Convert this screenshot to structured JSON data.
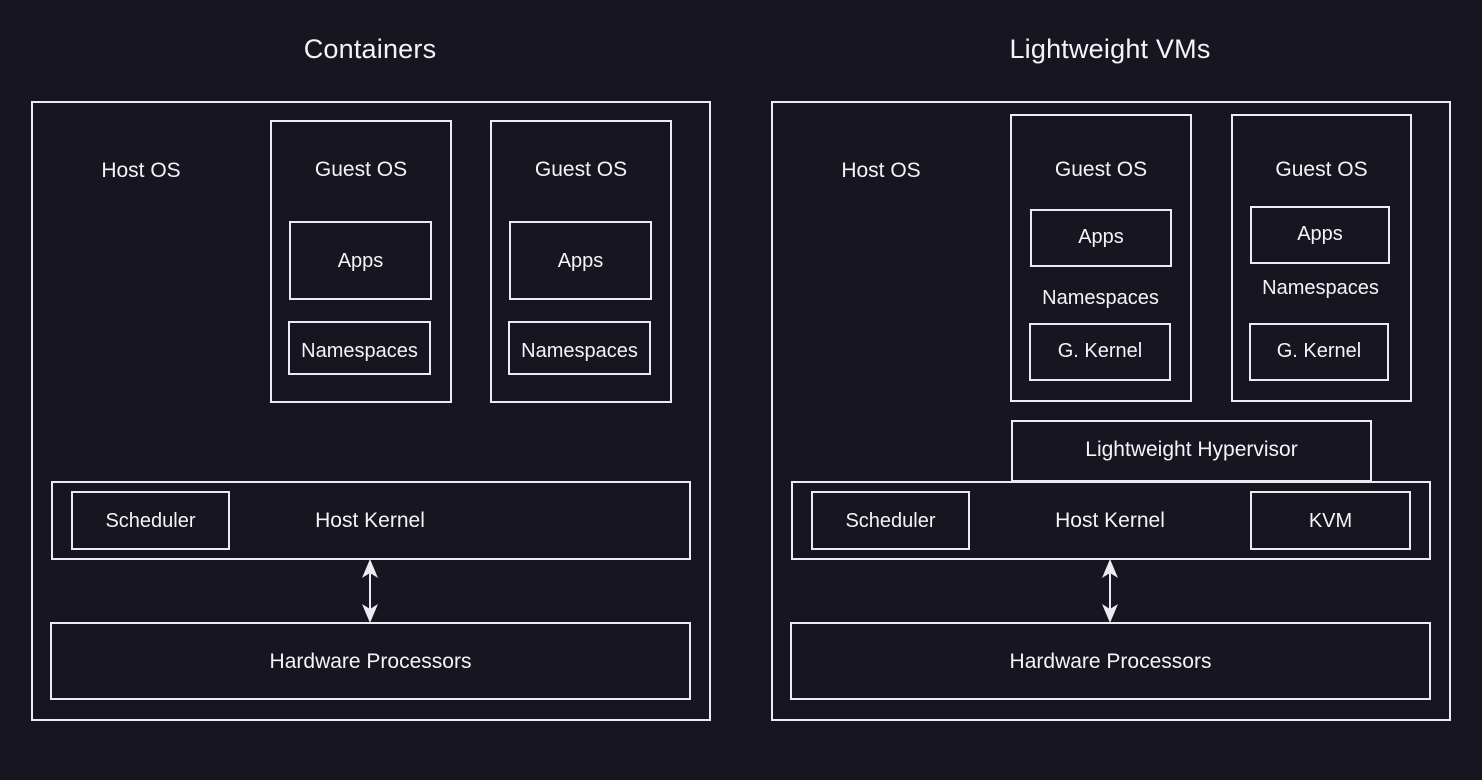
{
  "diagram": {
    "title_left": "Containers",
    "title_right": "Lightweight VMs",
    "colors": {
      "background": "#17151f",
      "stroke": "#eceaf2",
      "text": "#f4f3f7"
    }
  },
  "panels": {
    "containers": {
      "title": "Containers",
      "host_os_label": "Host OS",
      "guests": [
        {
          "title": "Guest OS",
          "apps_label": "Apps",
          "namespaces_label": "Namespaces",
          "namespaces_boxed": true
        },
        {
          "title": "Guest OS",
          "apps_label": "Apps",
          "namespaces_label": "Namespaces",
          "namespaces_boxed": true
        }
      ],
      "kernel": {
        "label": "Host Kernel",
        "scheduler_label": "Scheduler",
        "kvm_label": null
      },
      "hypervisor_label": null,
      "hardware_label": "Hardware Processors",
      "arrow": "double-headed-vertical-arrow"
    },
    "lightweight_vms": {
      "title": "Lightweight VMs",
      "host_os_label": "Host OS",
      "guests": [
        {
          "title": "Guest OS",
          "apps_label": "Apps",
          "namespaces_label": "Namespaces",
          "namespaces_boxed": false,
          "guest_kernel_label": "G. Kernel"
        },
        {
          "title": "Guest OS",
          "apps_label": "Apps",
          "namespaces_label": "Namespaces",
          "namespaces_boxed": false,
          "guest_kernel_label": "G. Kernel"
        }
      ],
      "hypervisor_label": "Lightweight Hypervisor",
      "kernel": {
        "label": "Host Kernel",
        "scheduler_label": "Scheduler",
        "kvm_label": "KVM"
      },
      "hardware_label": "Hardware Processors",
      "arrow": "double-headed-vertical-arrow"
    }
  }
}
